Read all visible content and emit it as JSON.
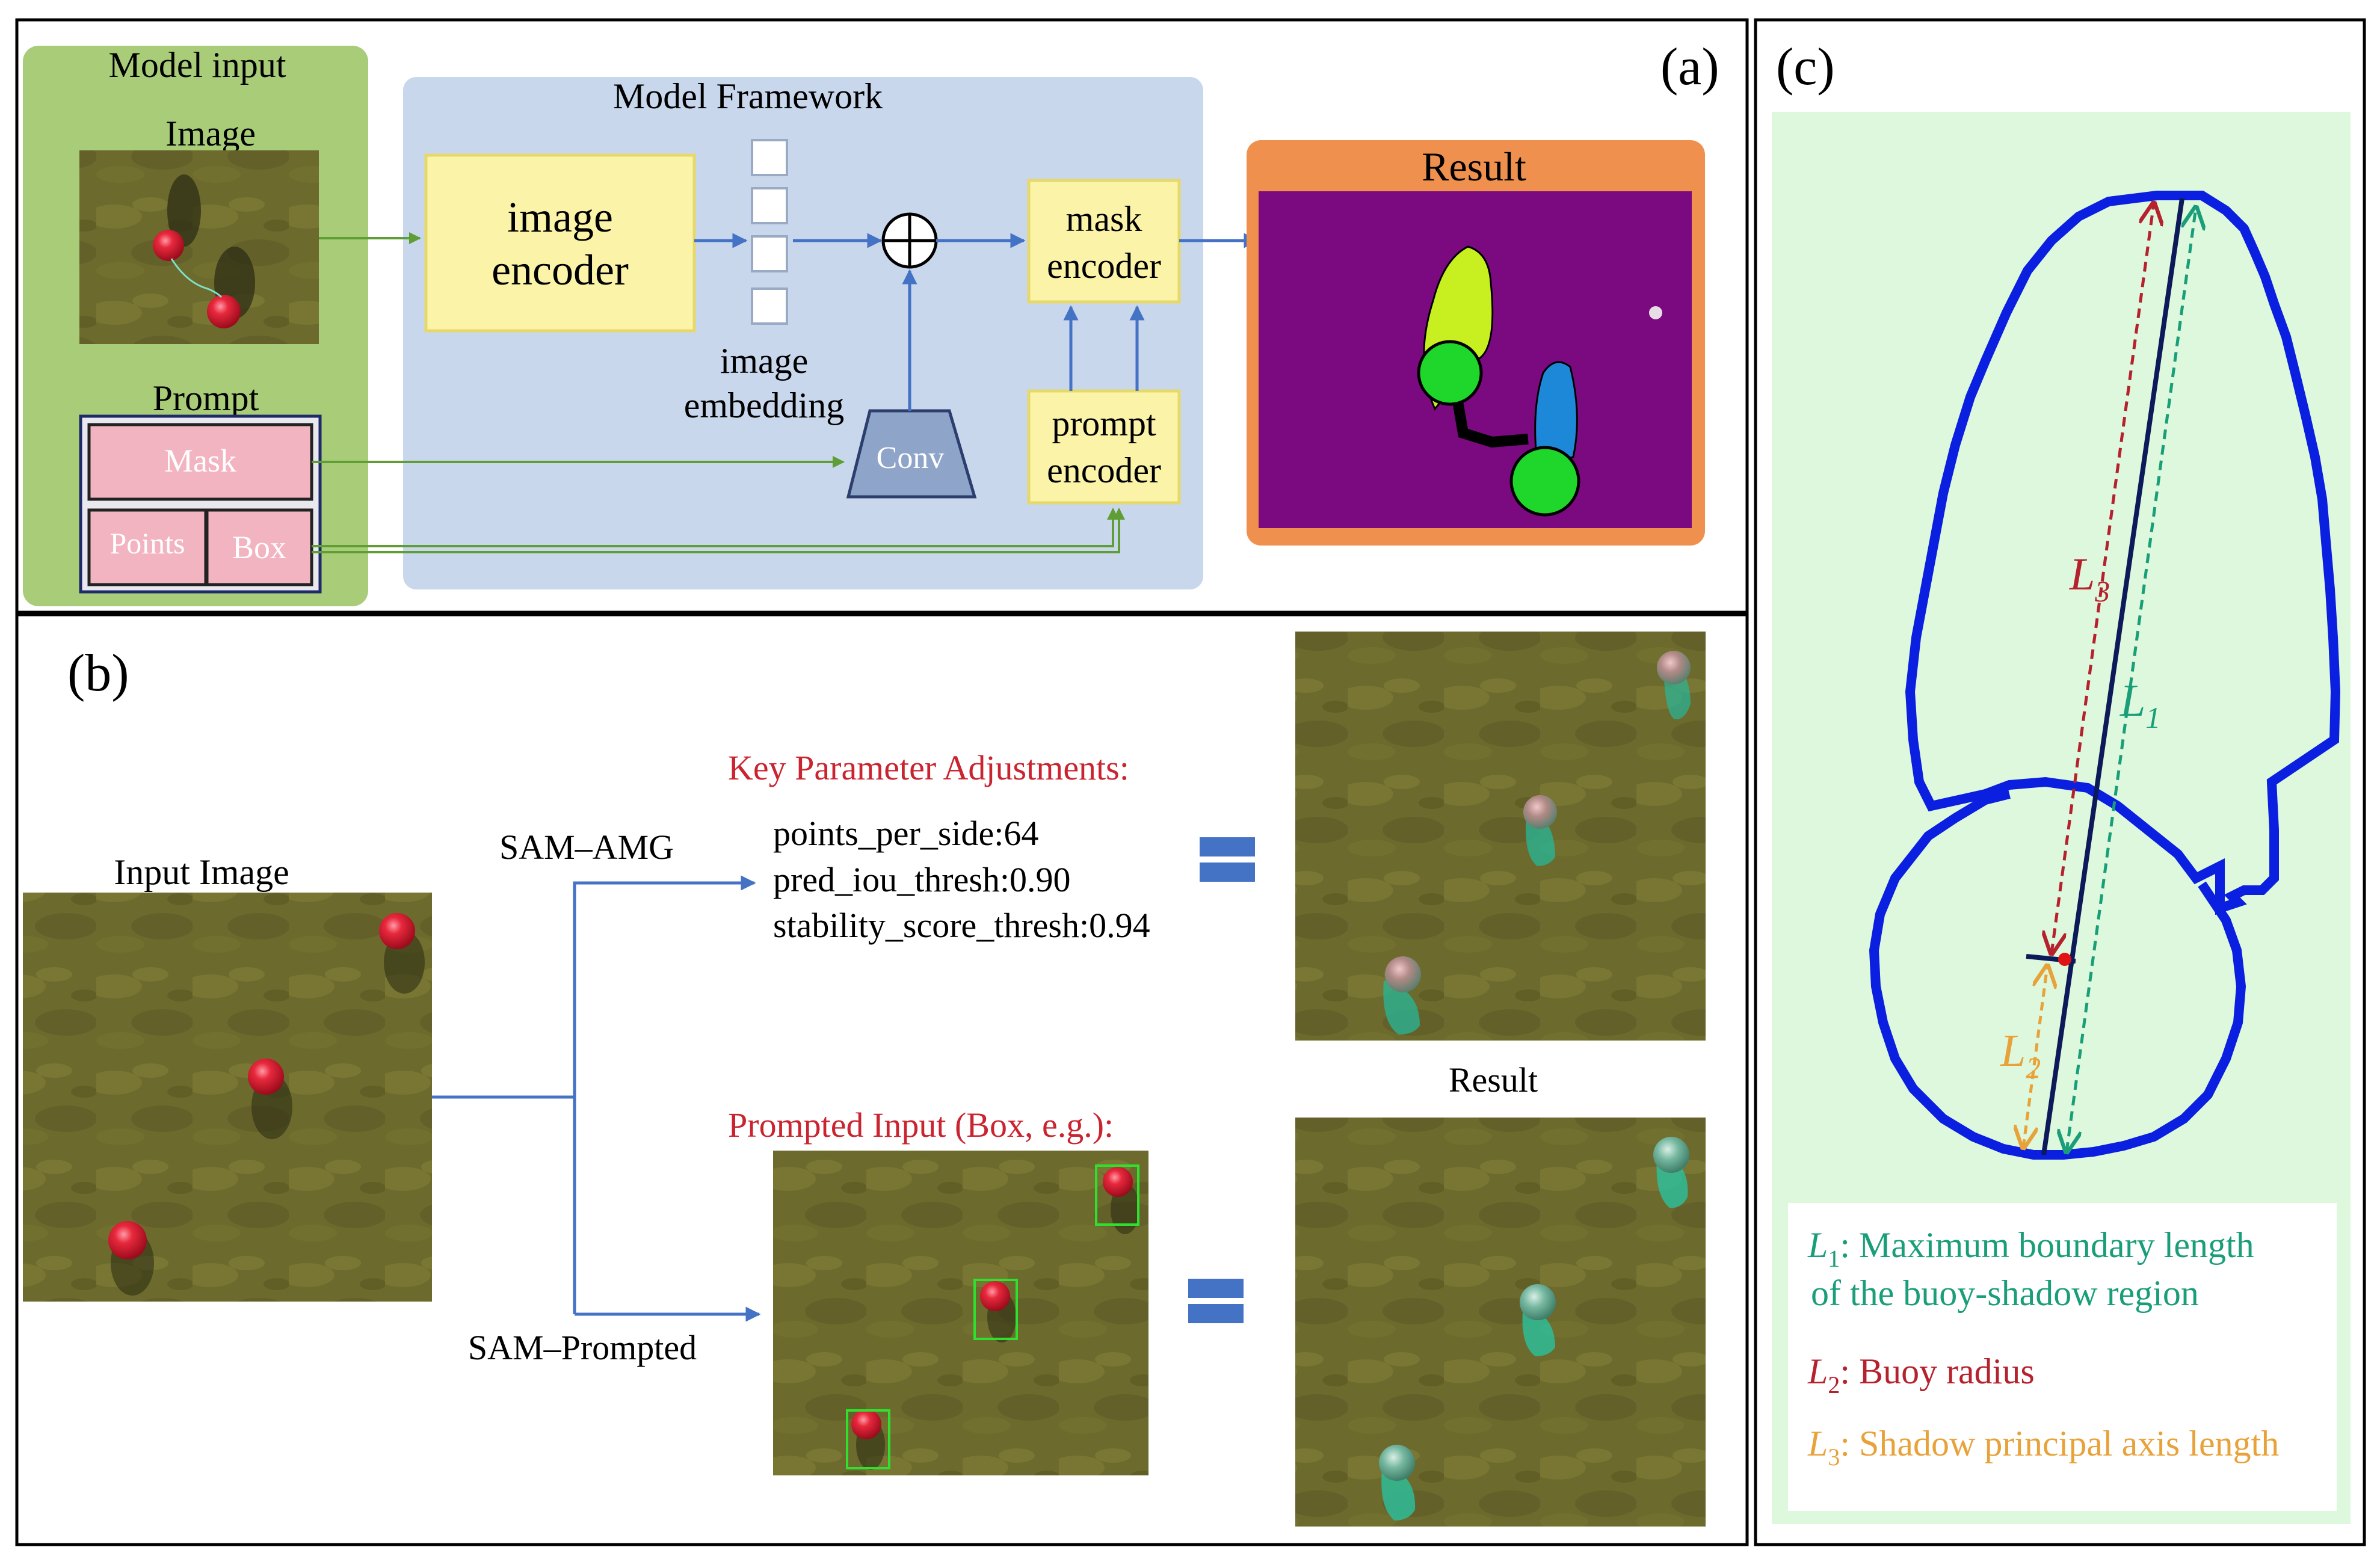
{
  "panel_a": {
    "tag": "(a)",
    "model_input": {
      "title": "Model input",
      "image_label": "Image",
      "prompt_label": "Prompt",
      "mask_label": "Mask",
      "points_label": "Points",
      "box_label": "Box"
    },
    "framework": {
      "title": "Model Framework",
      "image_encoder_line1": "image",
      "image_encoder_line2": "encoder",
      "embedding_line1": "image",
      "embedding_line2": "embedding",
      "conv_label": "Conv",
      "mask_encoder_line1": "mask",
      "mask_encoder_line2": "encoder",
      "prompt_encoder_line1": "prompt",
      "prompt_encoder_line2": "encoder"
    },
    "result_title": "Result"
  },
  "panel_b": {
    "tag": "(b)",
    "input_image_label": "Input  Image",
    "amg_label": "SAM–AMG",
    "prompted_label": "SAM–Prompted",
    "key_params_title": "Key Parameter Adjustments:",
    "params": [
      "points_per_side:64",
      "pred_iou_thresh:0.90",
      "stability_score_thresh:0.94"
    ],
    "prompted_input_title": "Prompted Input (Box, e.g.):",
    "result_label": "Result"
  },
  "panel_c": {
    "tag": "(c)",
    "l1_symbol": "L",
    "l1_sub": "1",
    "l2_symbol": "L",
    "l2_sub": "2",
    "l3_symbol": "L",
    "l3_sub": "3",
    "legend": [
      {
        "symbol": "L",
        "sub": "1",
        "text_line1": ": Maximum boundary length",
        "text_line2": "of the buoy-shadow region",
        "color": "#1a9e7a"
      },
      {
        "symbol": "L",
        "sub": "2",
        "text_line1": ": Buoy radius",
        "color": "#b5222e"
      },
      {
        "symbol": "L",
        "sub": "3",
        "text_line1": ":  Shadow principal axis length",
        "color": "#e8a23a"
      }
    ]
  },
  "colors": {
    "flow_arrow": "#4472c4",
    "green_arrow": "#5f9e35",
    "model_input_bg": "#a9cc78",
    "framework_bg": "#c8d7ec",
    "encoder_box": "#fbf4a8",
    "result_bg": "#f0904e",
    "mask_purple": "#7b0a80",
    "prompt_pink": "#f2b4c0",
    "red_title": "#c9242f",
    "boundary_blue": "#0a1fe0",
    "c_bg": "#ddf8dc"
  }
}
